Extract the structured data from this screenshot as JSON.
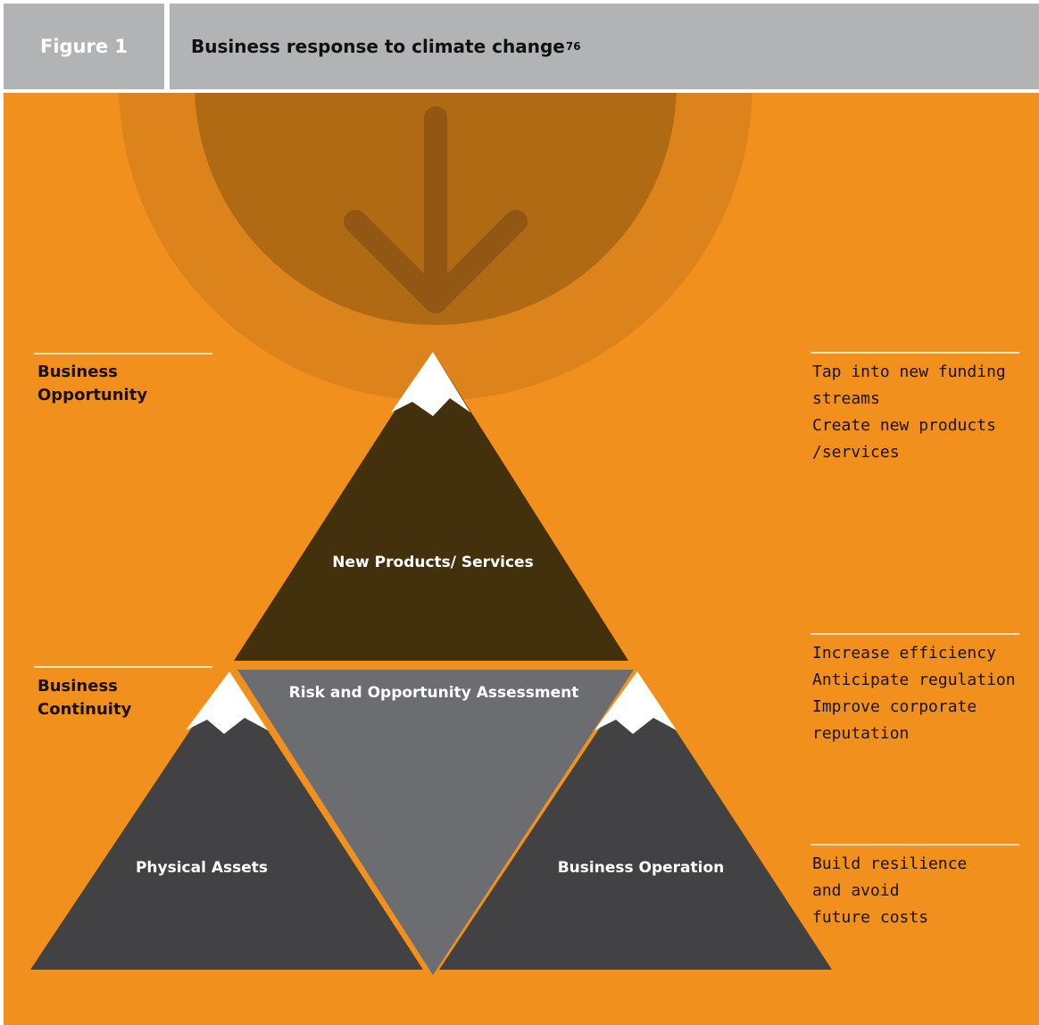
{
  "header": {
    "figure_label": "Figure 1",
    "title": "Business response to climate change",
    "title_ref": "76"
  },
  "left_labels": {
    "opportunity": [
      "Business",
      "Opportunity"
    ],
    "continuity": [
      "Business",
      "Continuity"
    ]
  },
  "right_benefits": {
    "opportunity": [
      "Tap into new funding",
      "streams",
      "Create new products",
      "/services"
    ],
    "efficiency": [
      "Increase efficiency",
      "Anticipate regulation",
      "Improve corporate",
      "reputation"
    ],
    "resilience": [
      "Build resilience",
      "and avoid",
      "future costs"
    ]
  },
  "mountains": {
    "top": "New Products/ Services",
    "center": "Risk and Opportunity Assessment",
    "left": "Physical Assets",
    "right": "Business Operation"
  },
  "colors": {
    "background": "#f2901d",
    "header": "#b2b3b5",
    "outer_circle": "#dd831c",
    "inner_circle": "#b06a14",
    "arrow": "#925712",
    "top_mountain": "#43300c",
    "side_mountains": "#424244",
    "center_triangle": "#6c6d70",
    "snow": "#ffffff"
  },
  "icons": {
    "arrow": "arrow-down-icon"
  }
}
